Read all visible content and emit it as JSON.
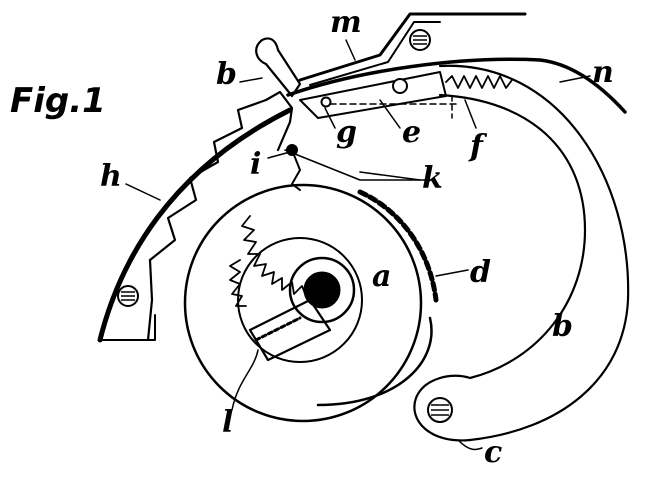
{
  "figure_title": "Fig.1",
  "labels": {
    "a": "a",
    "b_top": "b",
    "b_right": "b",
    "c": "c",
    "d": "d",
    "e": "e",
    "f": "f",
    "g": "g",
    "h": "h",
    "i": "i",
    "k": "k",
    "l": "l",
    "m": "m",
    "n": "n"
  }
}
